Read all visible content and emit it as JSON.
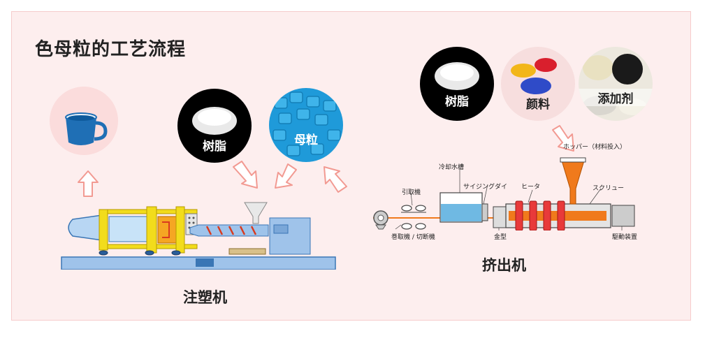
{
  "title": "色母粒的工艺流程",
  "injection": {
    "caption": "注塑机",
    "circles": {
      "resin": "树脂",
      "masterbatch": "母粒"
    }
  },
  "extrusion": {
    "caption": "挤出机",
    "circles": {
      "resin": "树脂",
      "pigment": "颜料",
      "additive": "添加剂"
    },
    "labels": {
      "hopper": "ホッパー（材料投入）",
      "cooling": "冷却水槽",
      "sizing": "サイジングダイ",
      "heater": "ヒータ",
      "screw": "スクリュー",
      "puller": "引取機",
      "winder": "巻取機 / 切断機",
      "mold": "金型",
      "drive": "駆動装置"
    }
  },
  "colors": {
    "panel": "#fdeeee",
    "arrow": "#f29a92",
    "blue": "#2a7fc3",
    "yellow": "#f2dc1c",
    "machine": "#9fc3ea",
    "heater": "#e83a3a",
    "melt": "#f07a1c"
  }
}
